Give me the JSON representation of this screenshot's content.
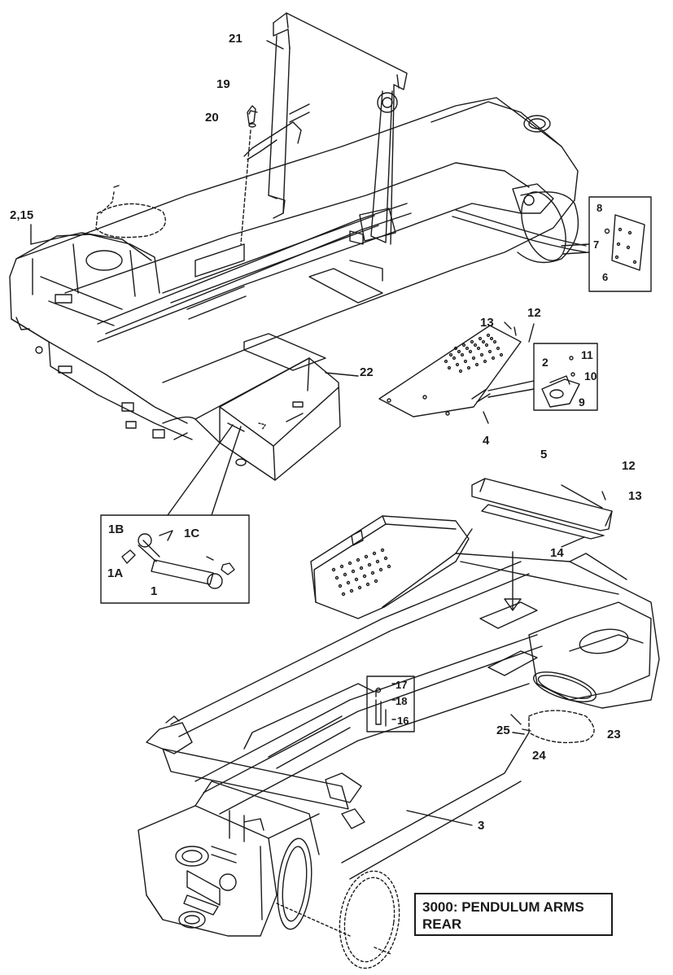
{
  "labels": {
    "l21": "21",
    "l19": "19",
    "l20": "20",
    "l2_15": "2,15",
    "l8": "8",
    "l7": "7",
    "l6": "6",
    "l12a": "12",
    "l13a": "13",
    "l11": "11",
    "l2": "2",
    "l10": "10",
    "l9": "9",
    "l22": "22",
    "l4": "4",
    "l5": "5",
    "l12b": "12",
    "l13b": "13",
    "l14": "14",
    "l1B": "1B",
    "l1C": "1C",
    "l1A": "1A",
    "l1": "1",
    "l17": "17",
    "l18": "18",
    "l16": "16",
    "l25": "25",
    "l23": "23",
    "l24": "24",
    "l3": "3"
  },
  "reference": {
    "line1": "3000: PENDULUM ARMS",
    "line2": "REAR"
  },
  "colors": {
    "ink": "#1a1a1a",
    "paper": "#ffffff"
  }
}
